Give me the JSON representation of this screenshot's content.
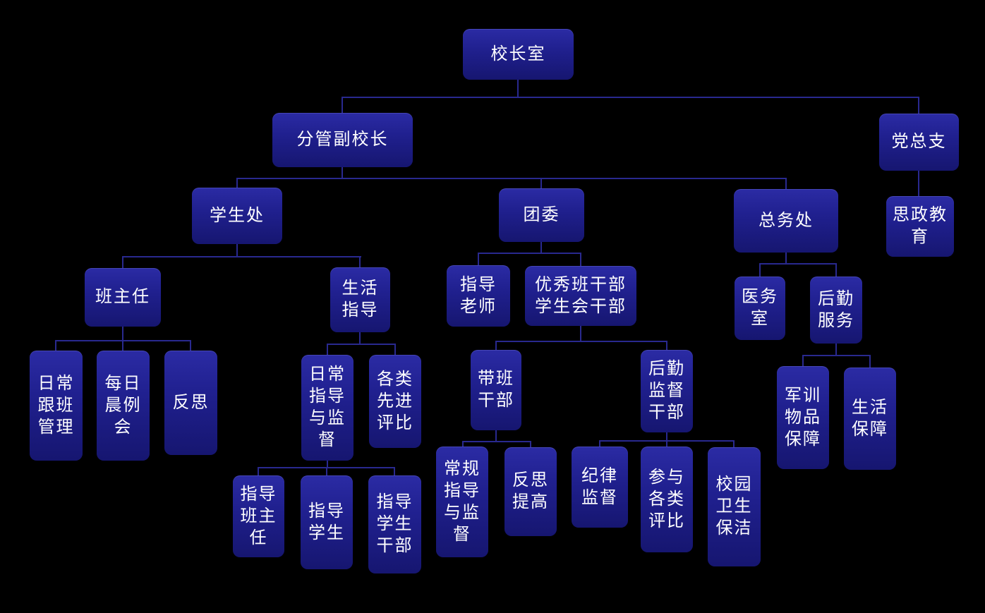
{
  "diagram": {
    "type": "org-chart",
    "background": "#000000"
  },
  "colors": {
    "background": "#000000",
    "box_top": "#2B2BA4",
    "box_bottom": "#161670",
    "connector": "#29298F",
    "text": "#FFFFFF"
  },
  "nodes": {
    "principal": {
      "label": "校长室"
    },
    "vice_principal": {
      "label": "分管副校长"
    },
    "party_branch": {
      "label": "党总支"
    },
    "student_affairs": {
      "label": "学生处"
    },
    "youth_league": {
      "label": "团委"
    },
    "general_affairs": {
      "label": "总务处"
    },
    "ideological_education": {
      "label": "思政教\n育"
    },
    "class_teacher": {
      "label": "班主任"
    },
    "life_guidance": {
      "label": "生活\n指导"
    },
    "advisor_teacher": {
      "label": "指导\n老师"
    },
    "outstanding_cadres": {
      "label": "优秀班干部\n学生会干部"
    },
    "clinic": {
      "label": "医务\n室"
    },
    "logistics_service": {
      "label": "后勤\n服务"
    },
    "daily_class_management": {
      "label": "日常\n跟班\n管理"
    },
    "morning_meeting": {
      "label": "每日\n晨例\n会"
    },
    "reflection": {
      "label": "反思"
    },
    "daily_guidance_supervision": {
      "label": "日常\n指导\n与监\n督"
    },
    "advanced_evaluation": {
      "label": "各类\n先进\n评比"
    },
    "guide_class_teacher": {
      "label": "指导\n班主\n任"
    },
    "guide_students": {
      "label": "指导\n学生"
    },
    "guide_student_cadres": {
      "label": "指导\n学生\n干部"
    },
    "leading_cadres": {
      "label": "带班\n干部"
    },
    "logistics_supervision_cadres": {
      "label": "后勤\n监督\n干部"
    },
    "routine_guidance_supervision": {
      "label": "常规\n指导\n与监\n督"
    },
    "reflection_improvement": {
      "label": "反思\n提高"
    },
    "discipline_supervision": {
      "label": "纪律\n监督"
    },
    "participate_evaluations": {
      "label": "参与\n各类\n评比"
    },
    "campus_cleaning": {
      "label": "校园\n卫生\n保洁"
    },
    "military_supplies": {
      "label": "军训\n物品\n保障"
    },
    "life_support": {
      "label": "生活\n保障"
    }
  },
  "edges": [
    [
      "principal",
      "vice_principal"
    ],
    [
      "principal",
      "party_branch"
    ],
    [
      "vice_principal",
      "student_affairs"
    ],
    [
      "vice_principal",
      "youth_league"
    ],
    [
      "vice_principal",
      "general_affairs"
    ],
    [
      "party_branch",
      "ideological_education"
    ],
    [
      "student_affairs",
      "class_teacher"
    ],
    [
      "student_affairs",
      "life_guidance"
    ],
    [
      "class_teacher",
      "daily_class_management"
    ],
    [
      "class_teacher",
      "morning_meeting"
    ],
    [
      "class_teacher",
      "reflection"
    ],
    [
      "life_guidance",
      "daily_guidance_supervision"
    ],
    [
      "life_guidance",
      "advanced_evaluation"
    ],
    [
      "daily_guidance_supervision",
      "guide_class_teacher"
    ],
    [
      "daily_guidance_supervision",
      "guide_students"
    ],
    [
      "daily_guidance_supervision",
      "guide_student_cadres"
    ],
    [
      "youth_league",
      "advisor_teacher"
    ],
    [
      "youth_league",
      "outstanding_cadres"
    ],
    [
      "outstanding_cadres",
      "leading_cadres"
    ],
    [
      "outstanding_cadres",
      "logistics_supervision_cadres"
    ],
    [
      "leading_cadres",
      "routine_guidance_supervision"
    ],
    [
      "leading_cadres",
      "reflection_improvement"
    ],
    [
      "logistics_supervision_cadres",
      "discipline_supervision"
    ],
    [
      "logistics_supervision_cadres",
      "participate_evaluations"
    ],
    [
      "logistics_supervision_cadres",
      "campus_cleaning"
    ],
    [
      "general_affairs",
      "clinic"
    ],
    [
      "general_affairs",
      "logistics_service"
    ],
    [
      "logistics_service",
      "military_supplies"
    ],
    [
      "logistics_service",
      "life_support"
    ]
  ]
}
